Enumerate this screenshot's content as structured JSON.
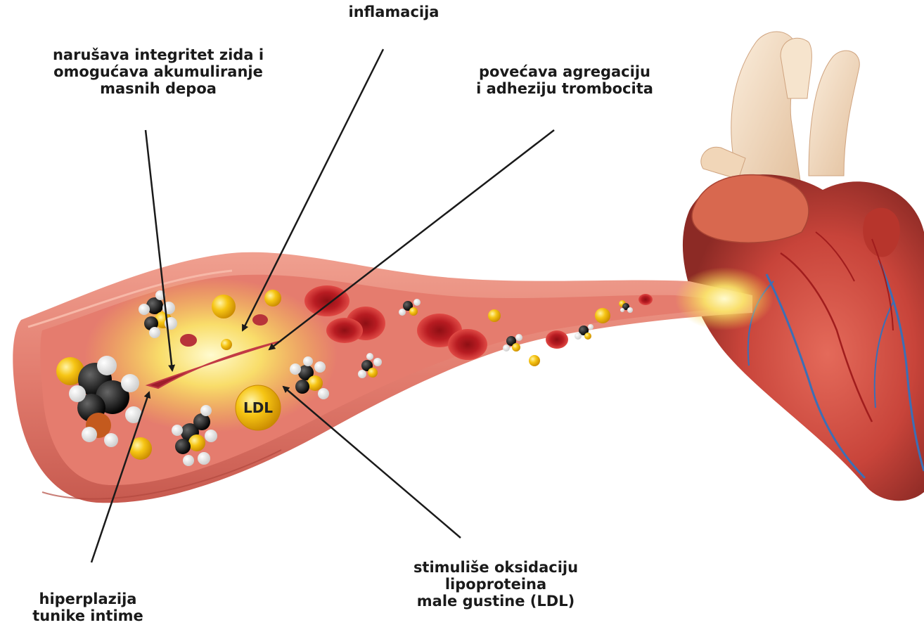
{
  "labels": {
    "inflamacija": [
      "inflamacija"
    ],
    "narusava": [
      "narušava integritet zida i",
      "omogućava akumuliranje",
      "masnih depoa"
    ],
    "povecava": [
      "povećava agregaciju",
      "i adheziju trombocita"
    ],
    "stimulise": [
      "stimuliše oksidaciju",
      "lipoproteina",
      "male gustine (LDL)"
    ],
    "hiperplazija": [
      "hiperplazija",
      "tunike intime"
    ]
  },
  "ldl_badge": "LDL",
  "colors": {
    "vessel_outer": "#e8877a",
    "vessel_inner": "#d96a5d",
    "plaque_yellow": "#f6d84a",
    "rbc": "#c9252b",
    "ldl_gold": "#f2bb0c",
    "heart_red": "#c9463a",
    "aorta": "#f3dcc0",
    "artery_blue": "#3b6fb6",
    "arrow": "#1a1a1a"
  },
  "icons": [
    "molecule-icon",
    "red-blood-cell-icon",
    "lipid-droplet-icon",
    "heart-illustration"
  ]
}
